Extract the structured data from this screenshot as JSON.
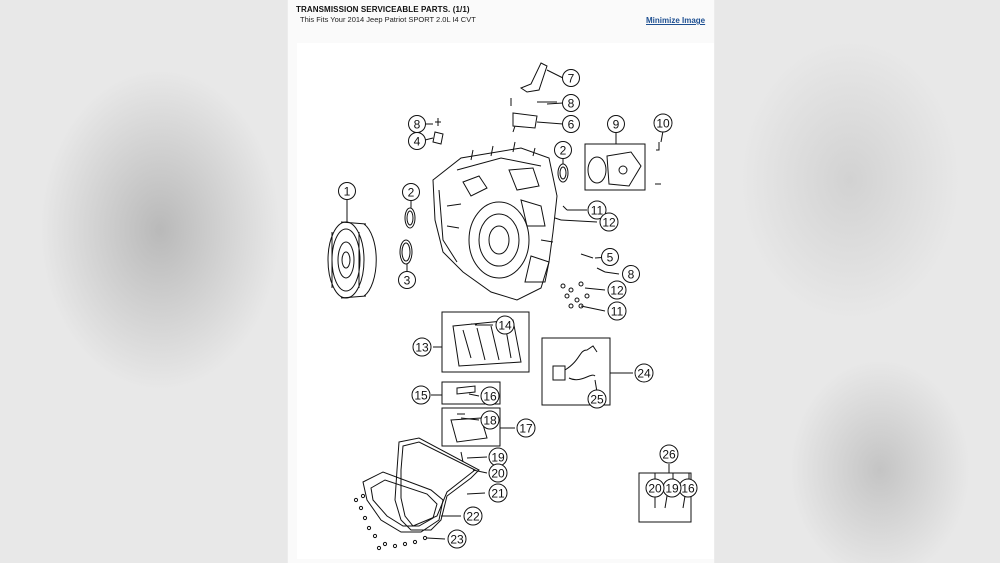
{
  "header": {
    "title": "TRANSMISSION SERVICEABLE PARTS. (1/1)",
    "fitment": "This Fits Your 2014 Jeep Patriot SPORT 2.0L I4 CVT",
    "minimize_label": "Minimize Image"
  },
  "callouts": [
    {
      "id": "c1",
      "label": "1"
    },
    {
      "id": "c2a",
      "label": "2"
    },
    {
      "id": "c2b",
      "label": "2"
    },
    {
      "id": "c3",
      "label": "3"
    },
    {
      "id": "c4",
      "label": "4"
    },
    {
      "id": "c5",
      "label": "5"
    },
    {
      "id": "c6",
      "label": "6"
    },
    {
      "id": "c7",
      "label": "7"
    },
    {
      "id": "c8a",
      "label": "8"
    },
    {
      "id": "c8b",
      "label": "8"
    },
    {
      "id": "c8c",
      "label": "8"
    },
    {
      "id": "c9",
      "label": "9"
    },
    {
      "id": "c10",
      "label": "10"
    },
    {
      "id": "c11a",
      "label": "11"
    },
    {
      "id": "c11b",
      "label": "11"
    },
    {
      "id": "c12a",
      "label": "12"
    },
    {
      "id": "c12b",
      "label": "12"
    },
    {
      "id": "c13",
      "label": "13"
    },
    {
      "id": "c14",
      "label": "14"
    },
    {
      "id": "c15",
      "label": "15"
    },
    {
      "id": "c16a",
      "label": "16"
    },
    {
      "id": "c16b",
      "label": "16"
    },
    {
      "id": "c17",
      "label": "17"
    },
    {
      "id": "c18",
      "label": "18"
    },
    {
      "id": "c19a",
      "label": "19"
    },
    {
      "id": "c19b",
      "label": "19"
    },
    {
      "id": "c20a",
      "label": "20"
    },
    {
      "id": "c20b",
      "label": "20"
    },
    {
      "id": "c21",
      "label": "21"
    },
    {
      "id": "c22",
      "label": "22"
    },
    {
      "id": "c23",
      "label": "23"
    },
    {
      "id": "c24",
      "label": "24"
    },
    {
      "id": "c25",
      "label": "25"
    },
    {
      "id": "c26",
      "label": "26"
    }
  ]
}
